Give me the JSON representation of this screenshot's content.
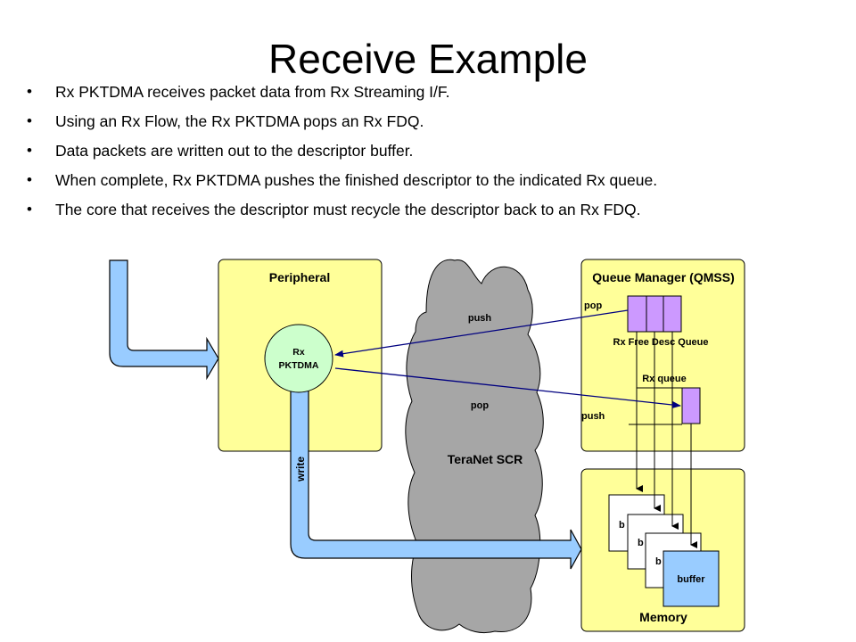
{
  "slide": {
    "title": "Receive Example",
    "bullets": [
      "Rx PKTDMA receives packet data from Rx Streaming I/F.",
      "Using an Rx Flow, the Rx PKTDMA pops an Rx FDQ.",
      "Data packets are written out to the descriptor buffer.",
      "When complete, Rx PKTDMA pushes the finished descriptor to the indicated Rx queue.",
      "The core that receives the descriptor must recycle the descriptor back to an Rx FDQ."
    ]
  },
  "diagram": {
    "peripheral": {
      "label": "Peripheral"
    },
    "pktdma": {
      "line1": "Rx",
      "line2": "PKTDMA"
    },
    "teranet": {
      "label": "TeraNet SCR",
      "push_label": "push",
      "pop_label": "pop"
    },
    "qmss": {
      "label": "Queue Manager (QMSS)",
      "pop_label": "pop",
      "push_label": "push",
      "fdq_label": "Rx Free Desc Queue",
      "rxq_label": "Rx queue"
    },
    "memory": {
      "label": "Memory",
      "b_label": "b",
      "buffer_label": "buffer"
    },
    "write_label": "write",
    "colors": {
      "box_fill": "#ffff99",
      "cloud_fill": "#a6a6a6",
      "pktdma_fill": "#ccffcc",
      "queue_fill": "#cc99ff",
      "arrow_fill": "#99ccff",
      "signal_line": "#000080"
    }
  }
}
